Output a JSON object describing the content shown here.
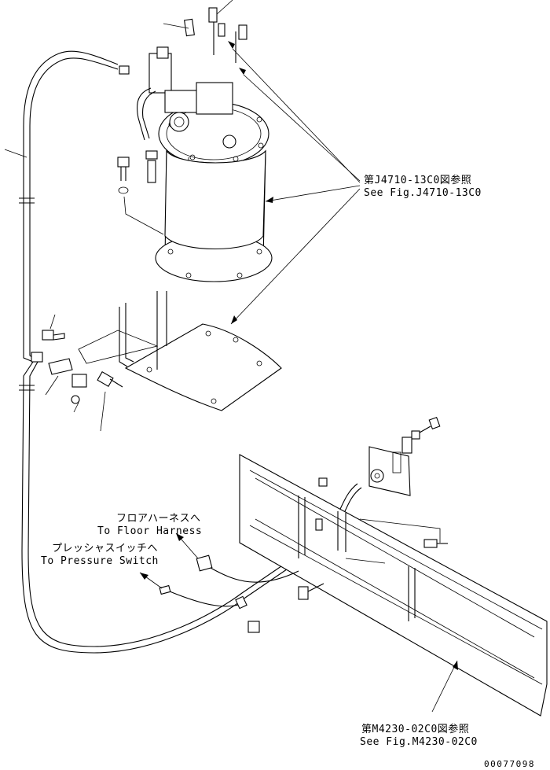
{
  "labels": {
    "ref_tank_jp": "第J4710-13C0図参照",
    "ref_tank_en": "See Fig.J4710-13C0",
    "ref_frame_jp": "第M4230-02C0図参照",
    "ref_frame_en": "See Fig.M4230-02C0",
    "floor_jp": "フロアハーネスへ",
    "floor_en": "To Floor Harness",
    "pressure_jp": "プレッシャスイッチへ",
    "pressure_en": "To Pressure Switch",
    "drawing_id": "00077098"
  }
}
